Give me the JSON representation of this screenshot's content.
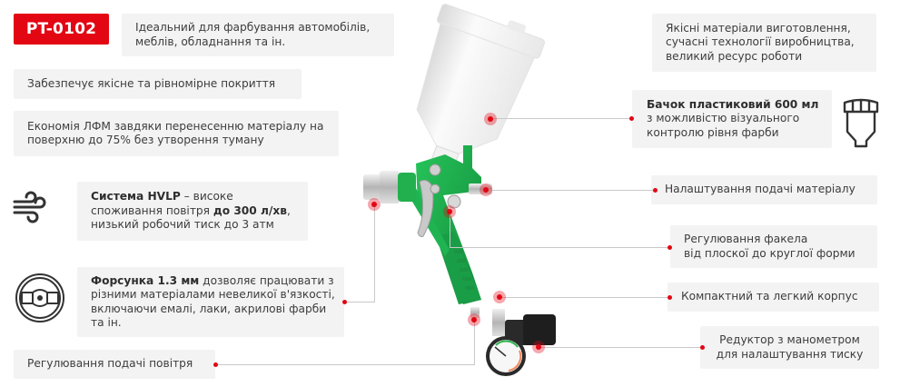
{
  "badge": {
    "model": "PT-0102"
  },
  "left_features": [
    {
      "id": "ideal-use",
      "text": "Ідеальний для фарбування автомобілів, меблів, обладнання та ін."
    },
    {
      "id": "quality-coating",
      "text": "Забезпечує якісне та рівномірне покриття"
    },
    {
      "id": "economy",
      "text": "Економія ЛФМ завдяки перенесенню матеріалу на поверхню до 75% без утворення туману"
    },
    {
      "id": "hvlp",
      "bold1": "Система HVLP",
      "text1": " – високе споживання повітря ",
      "bold2": "до 300 л/хв",
      "text2": ", низький робочий тиск до 3 атм",
      "icon": "wind-icon"
    },
    {
      "id": "nozzle",
      "bold1": "Форсунка 1.3 мм",
      "text1": " дозволяє працювати з різними матеріалами невеликої в'язкості, включаючи емалі, лаки, акрилові фарби та ін.",
      "icon": "nozzle-icon"
    },
    {
      "id": "air-regulation",
      "text": "Регулювання подачі повітря"
    }
  ],
  "right_features": [
    {
      "id": "materials",
      "text": "Якісні матеріали виготовлення, сучасні технології виробництва, великий ресурс роботи"
    },
    {
      "id": "tank",
      "bold1": "Бачок пластиковий 600 мл",
      "text1": "з можливістю візуального контролю рівня фарби",
      "icon": "paint-cup-icon"
    },
    {
      "id": "material-feed",
      "text": "Налаштування подачі матеріалу"
    },
    {
      "id": "fan-adjust",
      "line1": "Регулювання факела",
      "line2": "від плоскої до круглої форми"
    },
    {
      "id": "compact-body",
      "text": "Компактний та легкий корпус"
    },
    {
      "id": "regulator",
      "line1": "Редуктор з манометром",
      "line2": "для налаштування тиску"
    }
  ],
  "colors": {
    "accent": "#e30613",
    "panel": "#f3f3f3",
    "gun_green": "#1fa84a",
    "text": "#3d3d3d"
  }
}
